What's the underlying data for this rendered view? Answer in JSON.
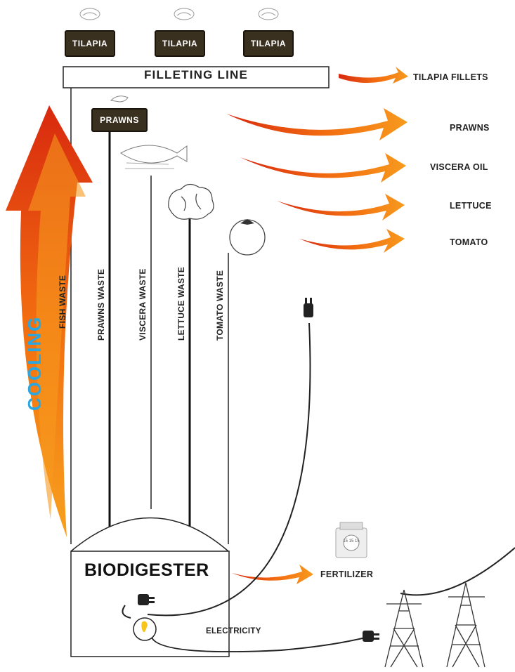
{
  "tanks": [
    "TILAPIA",
    "TILAPIA",
    "TILAPIA"
  ],
  "filleting_line": "FILLETING LINE",
  "prawns_tank": "PRAWNS",
  "products": {
    "tilapia_fillets": "TILAPIA FILLETS",
    "prawns": "PRAWNS",
    "viscera_oil": "VISCERA OIL",
    "lettuce": "LETTUCE",
    "tomato": "TOMATO"
  },
  "wastes": {
    "fish": "FISH WASTE",
    "prawns": "PRAWNS WASTE",
    "viscera": "VISCERA WASTE",
    "lettuce": "LETTUCE WASTE",
    "tomato": "TOMATO WASTE"
  },
  "cooling": "COOLING",
  "biodigester": "BIODIGESTER",
  "fertilizer": "FERTILIZER",
  "fertilizer_bag_text": "15 15 15",
  "electricity": "ELECTRICITY",
  "colors": {
    "arrow_dark": "#d8290f",
    "arrow_light": "#f79a1e",
    "cooling_text": "#2aa6e0",
    "tank_bg": "#3a3020"
  }
}
